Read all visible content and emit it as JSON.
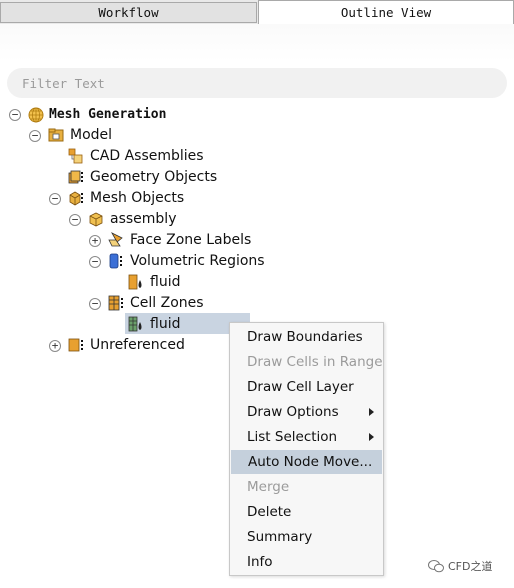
{
  "tabs": [
    {
      "label": "Workflow",
      "active": false
    },
    {
      "label": "Outline View",
      "active": true
    }
  ],
  "filter": {
    "placeholder": "Filter Text"
  },
  "tree": {
    "mesh_generation": "Mesh Generation",
    "model": "Model",
    "cad_assemblies": "CAD Assemblies",
    "geometry_objects": "Geometry Objects",
    "mesh_objects": "Mesh Objects",
    "assembly": "assembly",
    "face_zone_labels": "Face Zone Labels",
    "volumetric_regions": "Volumetric Regions",
    "vr_fluid": "fluid",
    "cell_zones": "Cell Zones",
    "cz_fluid": "fluid",
    "unreferenced": "Unreferenced"
  },
  "context_menu": {
    "items": [
      {
        "label": "Draw Boundaries",
        "enabled": true
      },
      {
        "label": "Draw Cells in Range",
        "enabled": false
      },
      {
        "label": "Draw Cell Layer",
        "enabled": true
      },
      {
        "label": "Draw Options",
        "enabled": true,
        "submenu": true
      },
      {
        "label": "List Selection",
        "enabled": true,
        "submenu": true
      },
      {
        "label": "Auto Node Move...",
        "enabled": true,
        "highlighted": true
      },
      {
        "label": "Merge",
        "enabled": false
      },
      {
        "label": "Delete",
        "enabled": true
      },
      {
        "label": "Summary",
        "enabled": true
      },
      {
        "label": "Info",
        "enabled": true
      }
    ]
  },
  "watermark": {
    "text": "CFD之道"
  },
  "colors": {
    "selection": "#c9d4e1",
    "menu_highlight": "#c5d0dc",
    "folder_orange": "#e0a020"
  }
}
